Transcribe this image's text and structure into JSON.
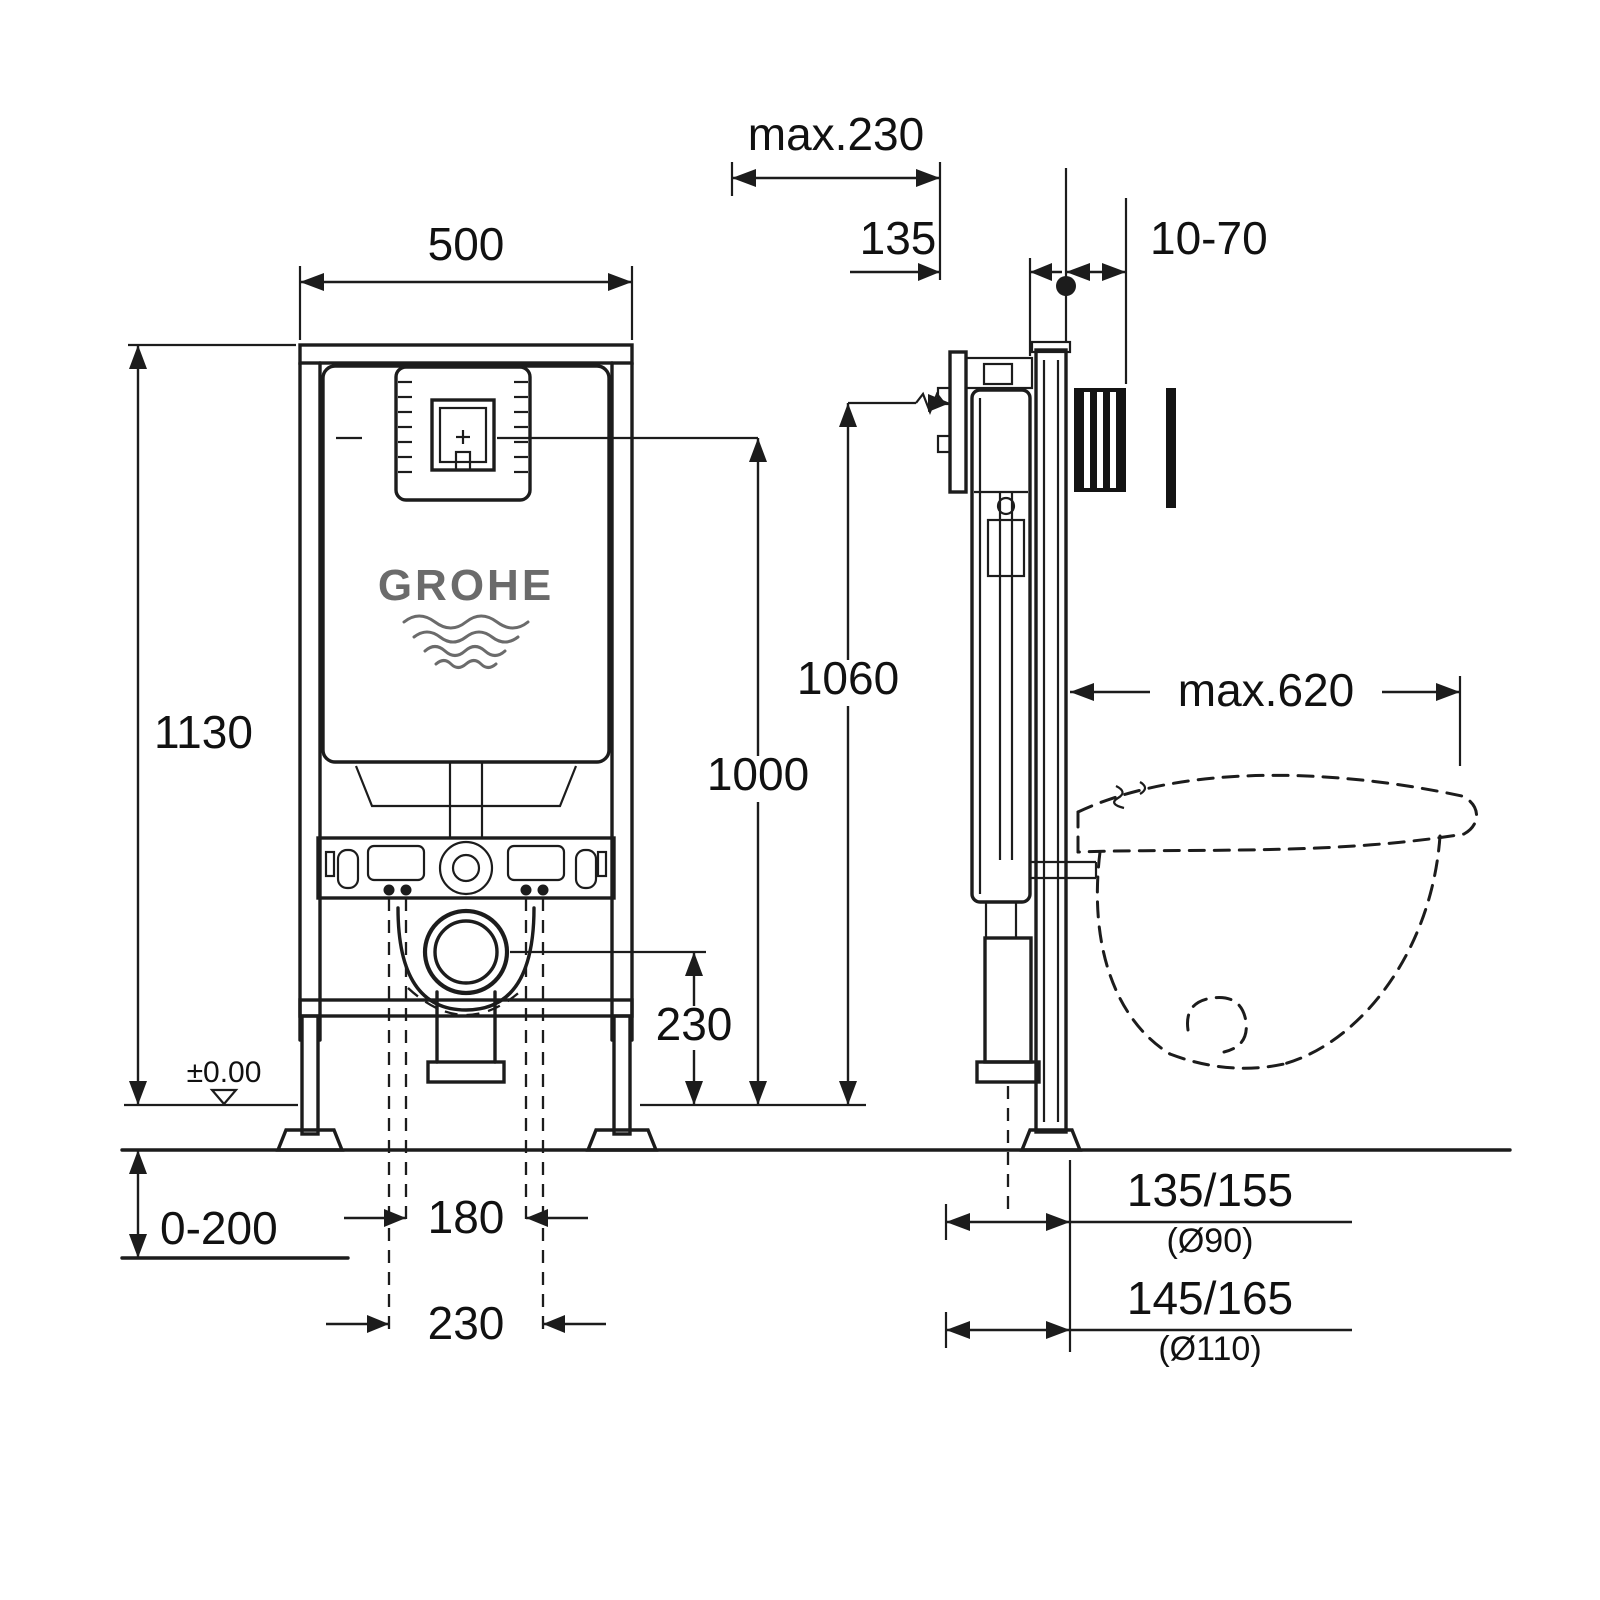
{
  "drawing": {
    "brand": "GROHE",
    "front": {
      "width": "500",
      "frame_height": "1130",
      "level": "±0.00",
      "floor_adjust": "0-200",
      "bolt_inner": "180",
      "bolt_outer": "230",
      "drain_height": "230",
      "plate_height": "1000",
      "actuation_height": "1060"
    },
    "side": {
      "max_depth": "max.230",
      "plate_offset": "135",
      "wall_range": "10-70",
      "max_width": "max.620",
      "outlet_90": "135/155",
      "outlet_90_dia": "(Ø90)",
      "outlet_110": "145/165",
      "outlet_110_dia": "(Ø110)"
    }
  }
}
